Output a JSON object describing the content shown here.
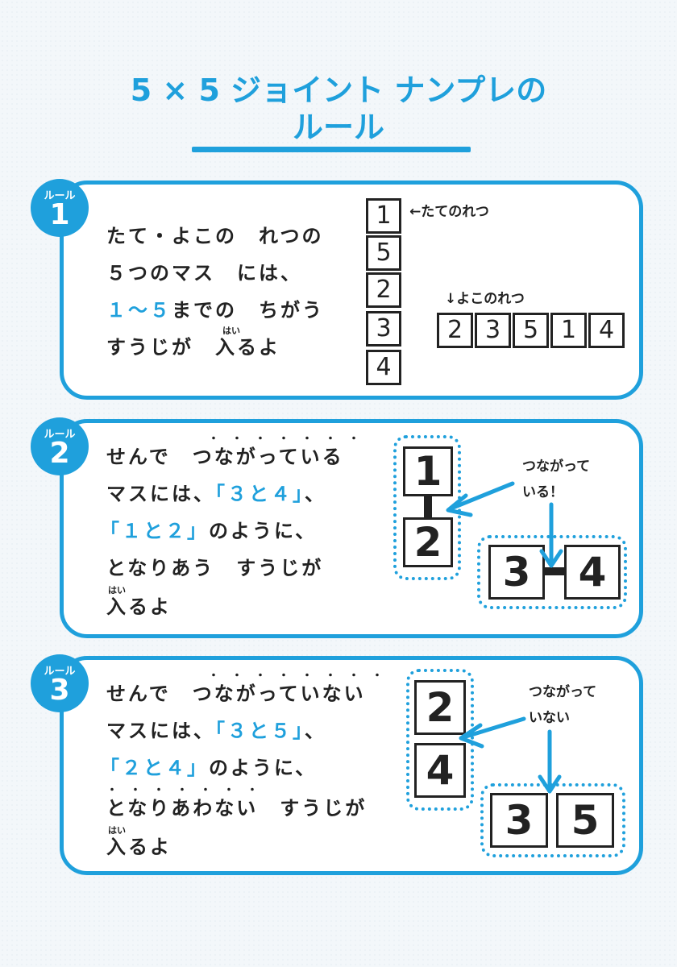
{
  "title": {
    "line1": "5 × 5 ジョイント ナンプレの",
    "line2": "ルール"
  },
  "rule1": {
    "badge_label": "ルール",
    "badge_num": "1",
    "lines": [
      "たて・よこの　れつの",
      "５つのマス　には、"
    ],
    "line3_blue": "１～５",
    "line3_rest": "までの　ちがう",
    "line4_a": "すうじが　",
    "line4_b": "入るよ",
    "ruby": "はい",
    "tate_label": "←たてのれつ",
    "yoko_label": "↓よこのれつ",
    "tate_cells": [
      "1",
      "5",
      "2",
      "3",
      "4"
    ],
    "yoko_cells": [
      "2",
      "3",
      "5",
      "1",
      "4"
    ]
  },
  "rule2": {
    "badge_label": "ルール",
    "badge_num": "2",
    "line1": "せんで　つながっている",
    "line2_a": "マスには、",
    "line2_b": "「３と４」",
    "line2_c": "、",
    "line3_a": "「１と２」",
    "line3_b": "のように、",
    "line4": "となりあう　すうじが",
    "line5": "入るよ",
    "ruby": "はい",
    "note_1": "つながって",
    "note_2": "いる！",
    "cells": [
      "1",
      "2",
      "3",
      "4"
    ]
  },
  "rule3": {
    "badge_label": "ルール",
    "badge_num": "3",
    "line1": "せんで　つながっていない",
    "line2_a": "マスには、",
    "line2_b": "「３と５」",
    "line2_c": "、",
    "line3_a": "「２と４」",
    "line3_b": "のように、",
    "line4": "となりあわない　すうじが",
    "line5": "入るよ",
    "ruby": "はい",
    "note_1": "つながって",
    "note_2": "いない",
    "cells": [
      "2",
      "4",
      "3",
      "5"
    ]
  },
  "colors": {
    "accent": "#1fa0dc",
    "ink": "#222222"
  }
}
